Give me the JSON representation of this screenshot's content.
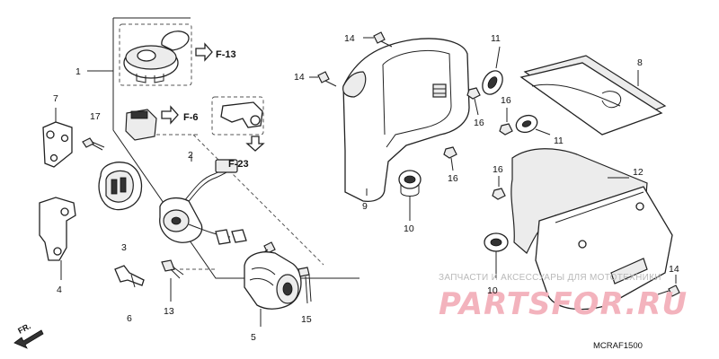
{
  "diagram": {
    "part_numbers": {
      "p1": "1",
      "p2": "2",
      "p3": "3",
      "p4": "4",
      "p5": "5",
      "p6": "6",
      "p7": "7",
      "p8": "8",
      "p9": "9",
      "p10a": "10",
      "p10b": "10",
      "p11a": "11",
      "p11b": "11",
      "p12": "12",
      "p13": "13",
      "p14a": "14",
      "p14b": "14",
      "p14c": "14",
      "p15": "15",
      "p16a": "16",
      "p16b": "16",
      "p16c": "16",
      "p16d": "16",
      "p17": "17"
    },
    "references": {
      "f13": "F-13",
      "f6": "F-6",
      "f23": "F-23"
    },
    "direction_marker": "FR.",
    "drawing_code": "MCRAF1500"
  },
  "watermark": {
    "caption": "ЗАПЧАСТИ И АКСЕССУАРЫ ДЛЯ МОТОТЕХНИКИ",
    "logo": "PARTSFOR.RU"
  }
}
